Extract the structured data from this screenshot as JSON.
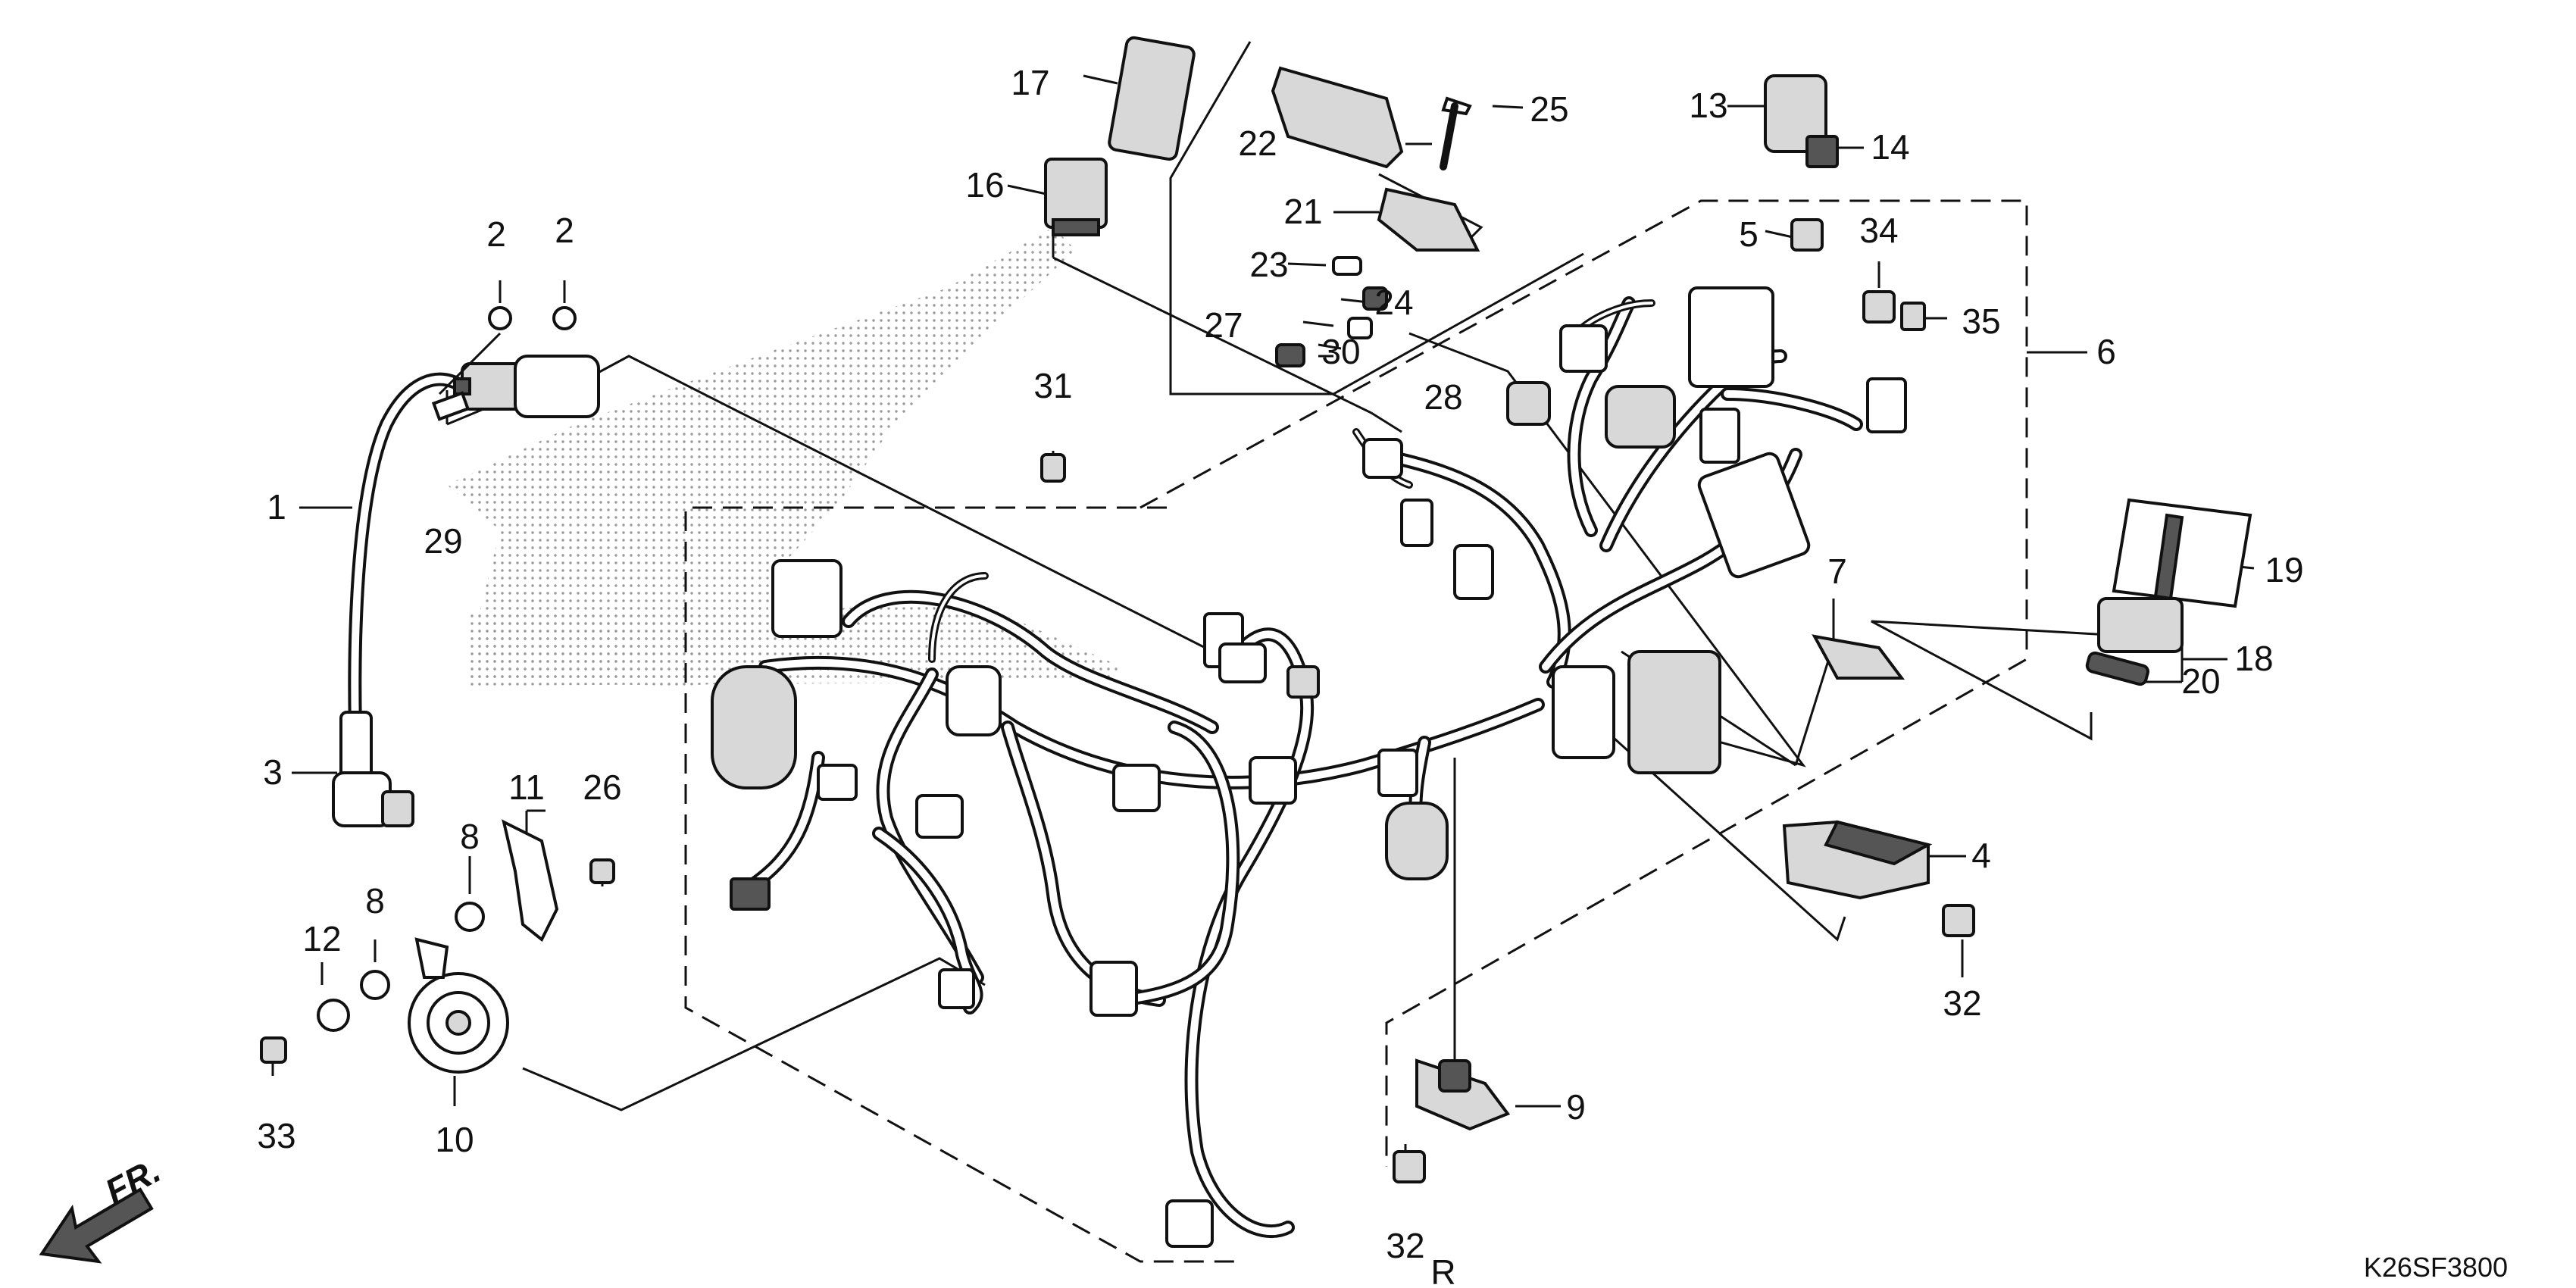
{
  "callouts": [
    {
      "id": "c1",
      "text": "1"
    },
    {
      "id": "c2a",
      "text": "2"
    },
    {
      "id": "c2b",
      "text": "2"
    },
    {
      "id": "c3",
      "text": "3"
    },
    {
      "id": "c4",
      "text": "4"
    },
    {
      "id": "c5",
      "text": "5"
    },
    {
      "id": "c6",
      "text": "6"
    },
    {
      "id": "c7",
      "text": "7"
    },
    {
      "id": "c8a",
      "text": "8"
    },
    {
      "id": "c8b",
      "text": "8"
    },
    {
      "id": "c9",
      "text": "9"
    },
    {
      "id": "c10",
      "text": "10"
    },
    {
      "id": "c11",
      "text": "11"
    },
    {
      "id": "c12",
      "text": "12"
    },
    {
      "id": "c13",
      "text": "13"
    },
    {
      "id": "c14",
      "text": "14"
    },
    {
      "id": "c16",
      "text": "16"
    },
    {
      "id": "c17",
      "text": "17"
    },
    {
      "id": "c18",
      "text": "18"
    },
    {
      "id": "c19",
      "text": "19"
    },
    {
      "id": "c20",
      "text": "20"
    },
    {
      "id": "c21",
      "text": "21"
    },
    {
      "id": "c22",
      "text": "22"
    },
    {
      "id": "c23",
      "text": "23"
    },
    {
      "id": "c24",
      "text": "24"
    },
    {
      "id": "c25",
      "text": "25"
    },
    {
      "id": "c26",
      "text": "26"
    },
    {
      "id": "c27",
      "text": "27"
    },
    {
      "id": "c28",
      "text": "28"
    },
    {
      "id": "c29",
      "text": "29"
    },
    {
      "id": "c30",
      "text": "30"
    },
    {
      "id": "c31",
      "text": "31"
    },
    {
      "id": "c32a",
      "text": "32"
    },
    {
      "id": "c32b",
      "text": "32"
    },
    {
      "id": "c33",
      "text": "33"
    },
    {
      "id": "c34",
      "text": "34"
    },
    {
      "id": "c35",
      "text": "35"
    }
  ],
  "suffix_r": "R",
  "direction_label": "FR.",
  "diagram_code": "K26SF3800"
}
